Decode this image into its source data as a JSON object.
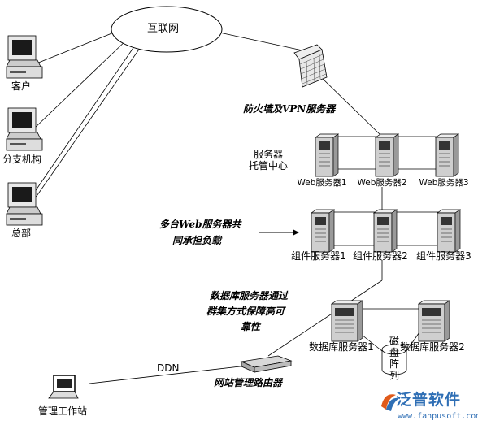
{
  "internet": "互联网",
  "firewall": "防火墙及VPN服务器",
  "hosting_center": [
    "服务器",
    "托管中心"
  ],
  "clients": {
    "customer": "客户",
    "branch": "分支机构",
    "hq": "总部"
  },
  "web_servers": [
    "Web服务器1",
    "Web服务器2",
    "Web服务器3"
  ],
  "load_note": [
    "多台Web服务器共",
    "同承担负载"
  ],
  "component_servers": [
    "组件服务器1",
    "组件服务器2",
    "组件服务器3"
  ],
  "db_note": [
    "数据库服务器通过",
    "群集方式保障高可",
    "靠性"
  ],
  "db_servers": [
    "数据库服务器1",
    "数据库服务器2"
  ],
  "disk_array": "磁盘阵列",
  "ddn": "DDN",
  "router": "网站管理路由器",
  "workstation": "管理工作站",
  "logo": {
    "brand": "泛普软件",
    "url": "www.fanpusoft.com"
  }
}
